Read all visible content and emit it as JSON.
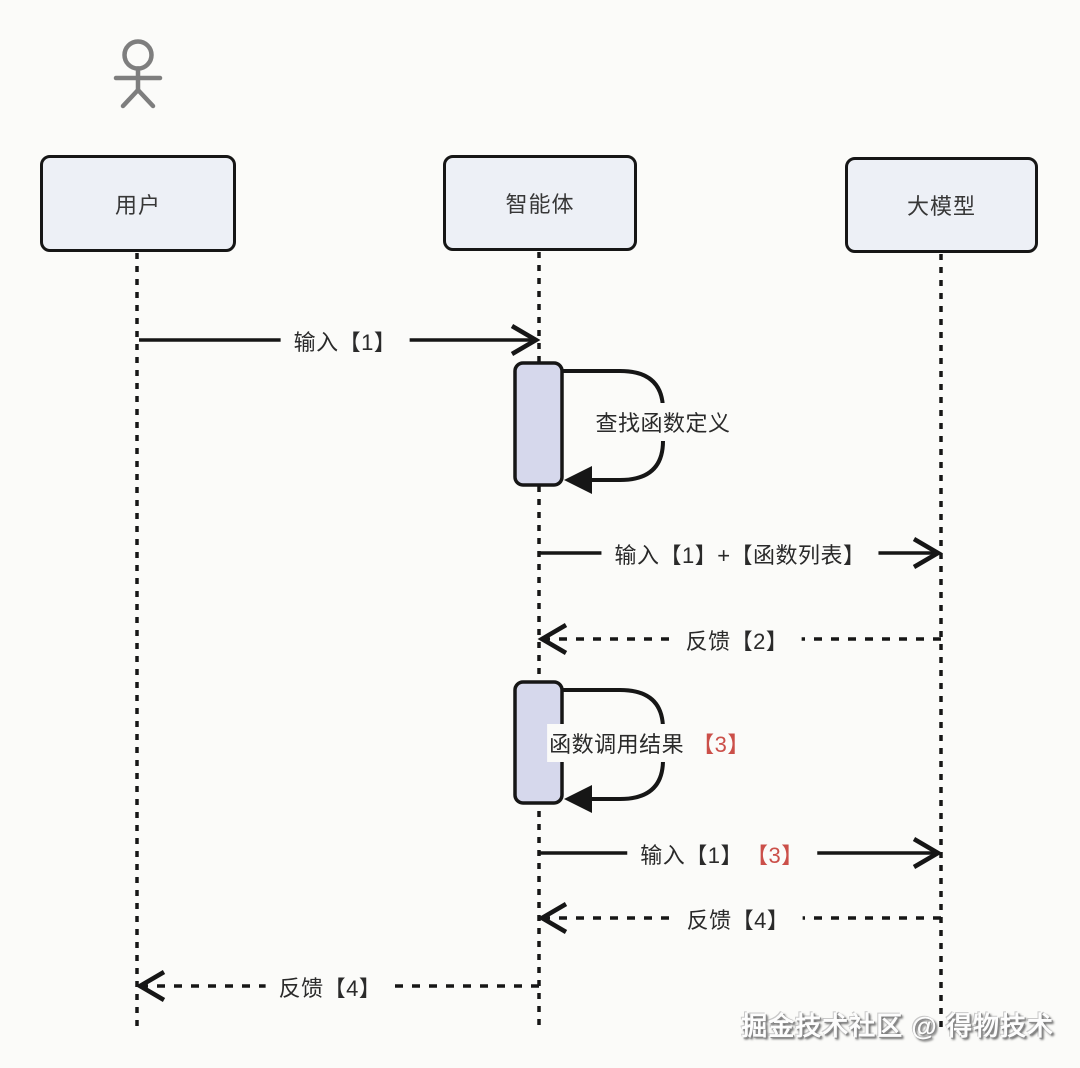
{
  "diagram": {
    "participants": [
      {
        "id": "user",
        "label": "用户",
        "has_actor_icon": true
      },
      {
        "id": "agent",
        "label": "智能体",
        "has_actor_icon": false
      },
      {
        "id": "llm",
        "label": "大模型",
        "has_actor_icon": false
      }
    ],
    "messages": [
      {
        "from": "user",
        "to": "agent",
        "style": "solid",
        "label": "输入【1】"
      },
      {
        "from": "agent",
        "to": "agent",
        "style": "self",
        "label": "查找函数定义"
      },
      {
        "from": "agent",
        "to": "llm",
        "style": "solid",
        "label": "输入【1】+【函数列表】"
      },
      {
        "from": "llm",
        "to": "agent",
        "style": "dashed",
        "label": "反馈【2】"
      },
      {
        "from": "agent",
        "to": "agent",
        "style": "self",
        "label": "函数调用结果",
        "highlight": "【3】"
      },
      {
        "from": "agent",
        "to": "llm",
        "style": "solid",
        "label": "输入【1】",
        "highlight": "【3】"
      },
      {
        "from": "llm",
        "to": "agent",
        "style": "dashed",
        "label": "反馈【4】"
      },
      {
        "from": "agent",
        "to": "user",
        "style": "dashed",
        "label": "反馈【4】"
      }
    ],
    "watermark": "掘金技术社区 @ 得物技术",
    "colors": {
      "background": "#fbfbf9",
      "participant_fill": "#edf0f6",
      "activation_fill": "#d6d8ec",
      "line": "#161616",
      "highlight_red": "#cb4f49",
      "actor_gray": "#7e7e7e"
    }
  }
}
